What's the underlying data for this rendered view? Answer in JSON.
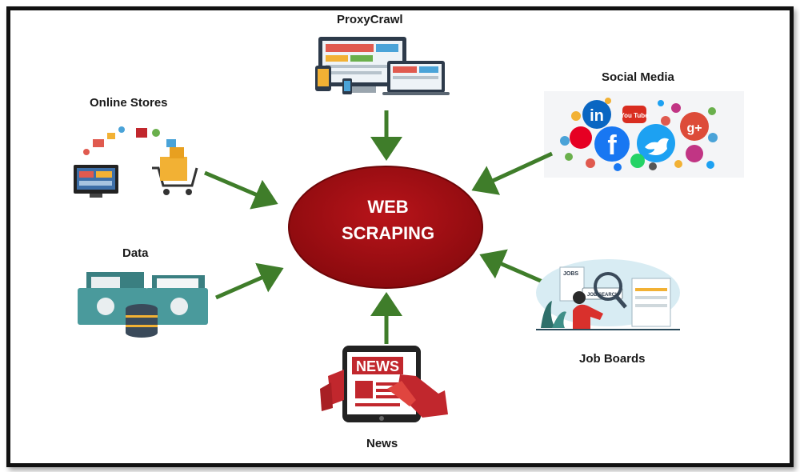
{
  "center": {
    "line1": "WEB",
    "line2": "SCRAPING"
  },
  "nodes": {
    "proxycrawl": "ProxyCrawl",
    "social_media": "Social Media",
    "online_stores": "Online Stores",
    "data": "Data",
    "job_boards": "Job Boards",
    "news": "News"
  },
  "icon_text": {
    "linkedin": "in",
    "youtube": "You Tube",
    "google_plus": "g+",
    "facebook": "f",
    "jobs": "JOBS",
    "job_search": "JOB SEARCH",
    "news": "NEWS"
  },
  "colors": {
    "center": "#9e0b0f",
    "arrow": "#3f7d2a",
    "teal": "#4a9a9c",
    "news_red": "#c1272d"
  }
}
